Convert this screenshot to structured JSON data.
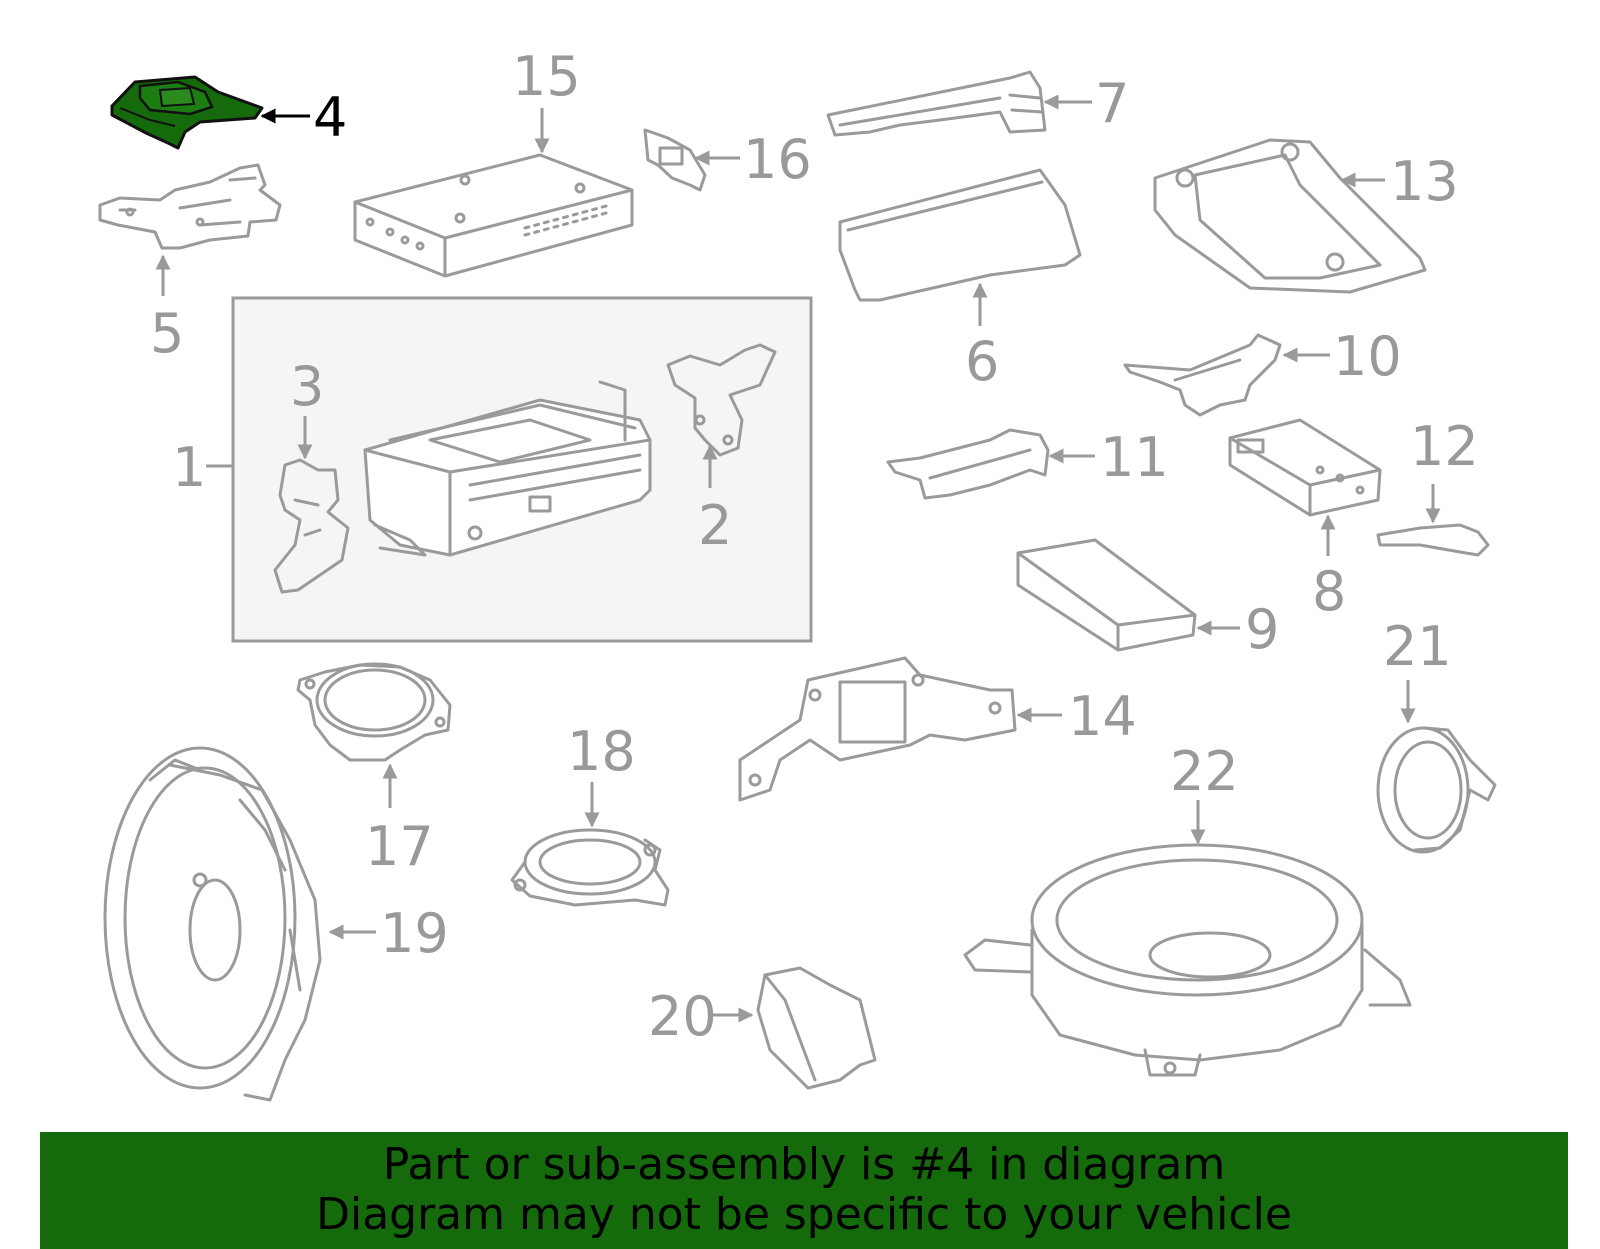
{
  "callouts": {
    "c1": "1",
    "c2": "2",
    "c3": "3",
    "c4": "4",
    "c5": "5",
    "c6": "6",
    "c7": "7",
    "c8": "8",
    "c9": "9",
    "c10": "10",
    "c11": "11",
    "c12": "12",
    "c13": "13",
    "c14": "14",
    "c15": "15",
    "c16": "16",
    "c17": "17",
    "c18": "18",
    "c19": "19",
    "c20": "20",
    "c21": "21",
    "c22": "22"
  },
  "highlighted_part": "4",
  "colors": {
    "highlight": "#156b0b",
    "parts": "#9a9a9a",
    "inset_bg": "#f5f5f5"
  },
  "banner": {
    "line1": "Part or sub-assembly is #4 in diagram",
    "line2": "Diagram may not be specific to your vehicle"
  }
}
